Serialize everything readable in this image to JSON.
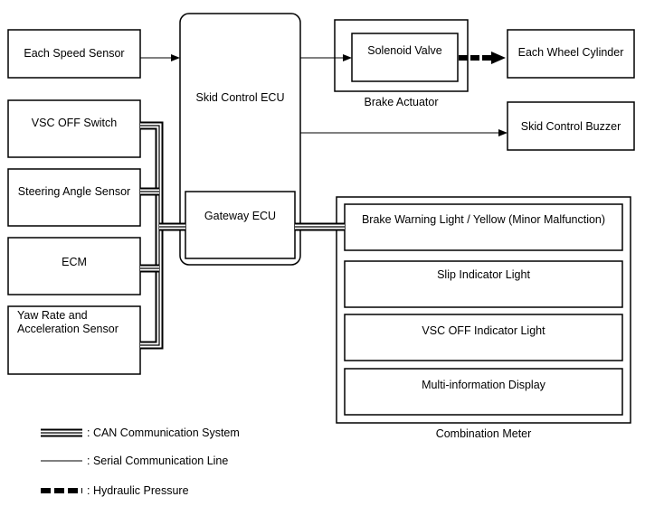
{
  "sensors": {
    "speed_sensor": "Each Speed Sensor",
    "vsc_off_switch": "VSC OFF Switch",
    "steering_angle_sensor": "Steering Angle Sensor",
    "ecm": "ECM",
    "yaw_rate_line1": "Yaw Rate and",
    "yaw_rate_line2": "Acceleration Sensor"
  },
  "ecu": {
    "skid_control_ecu": "Skid Control ECU",
    "gateway_ecu": "Gateway ECU"
  },
  "actuator": {
    "solenoid_valve": "Solenoid Valve",
    "brake_actuator": "Brake Actuator",
    "wheel_cylinder": "Each Wheel Cylinder",
    "buzzer": "Skid Control Buzzer"
  },
  "meter": {
    "title": "Combination Meter",
    "items": [
      "Brake Warning Light / Yellow (Minor Malfunction)",
      "Slip Indicator Light",
      "VSC OFF Indicator Light",
      "Multi-information Display"
    ]
  },
  "legend": {
    "can": ": CAN Communication System",
    "serial": ": Serial Communication Line",
    "hydraulic": ": Hydraulic Pressure"
  }
}
